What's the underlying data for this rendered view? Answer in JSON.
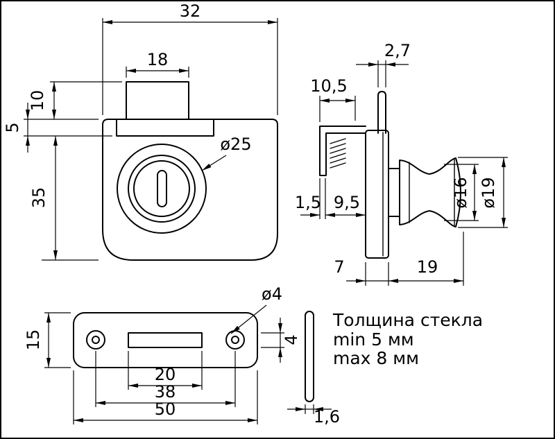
{
  "drawing": {
    "title_hint": "glass door lock technical drawing",
    "front_view": {
      "width": "32",
      "tab_width": "18",
      "tab_height": "10",
      "flange_height": "5",
      "body_height": "35",
      "cylinder_diameter": "ø25"
    },
    "side_view": {
      "tongue_thickness": "2,7",
      "latch_width": "10,5",
      "hook_thickness": "1,5",
      "hook_depth": "9,5",
      "plate_depth": "7",
      "knob_length": "19",
      "neck_diameter": "ø16",
      "knob_diameter": "ø19"
    },
    "strike_plate": {
      "hole_diameter": "ø4",
      "height": "15",
      "slot_height": "4",
      "slot_width": "20",
      "hole_spacing": "38",
      "length": "50"
    },
    "glass": {
      "thickness": "1,6",
      "note_line1": "Толщина стекла",
      "note_line2": "min 5 мм",
      "note_line3": "max 8 мм"
    }
  }
}
